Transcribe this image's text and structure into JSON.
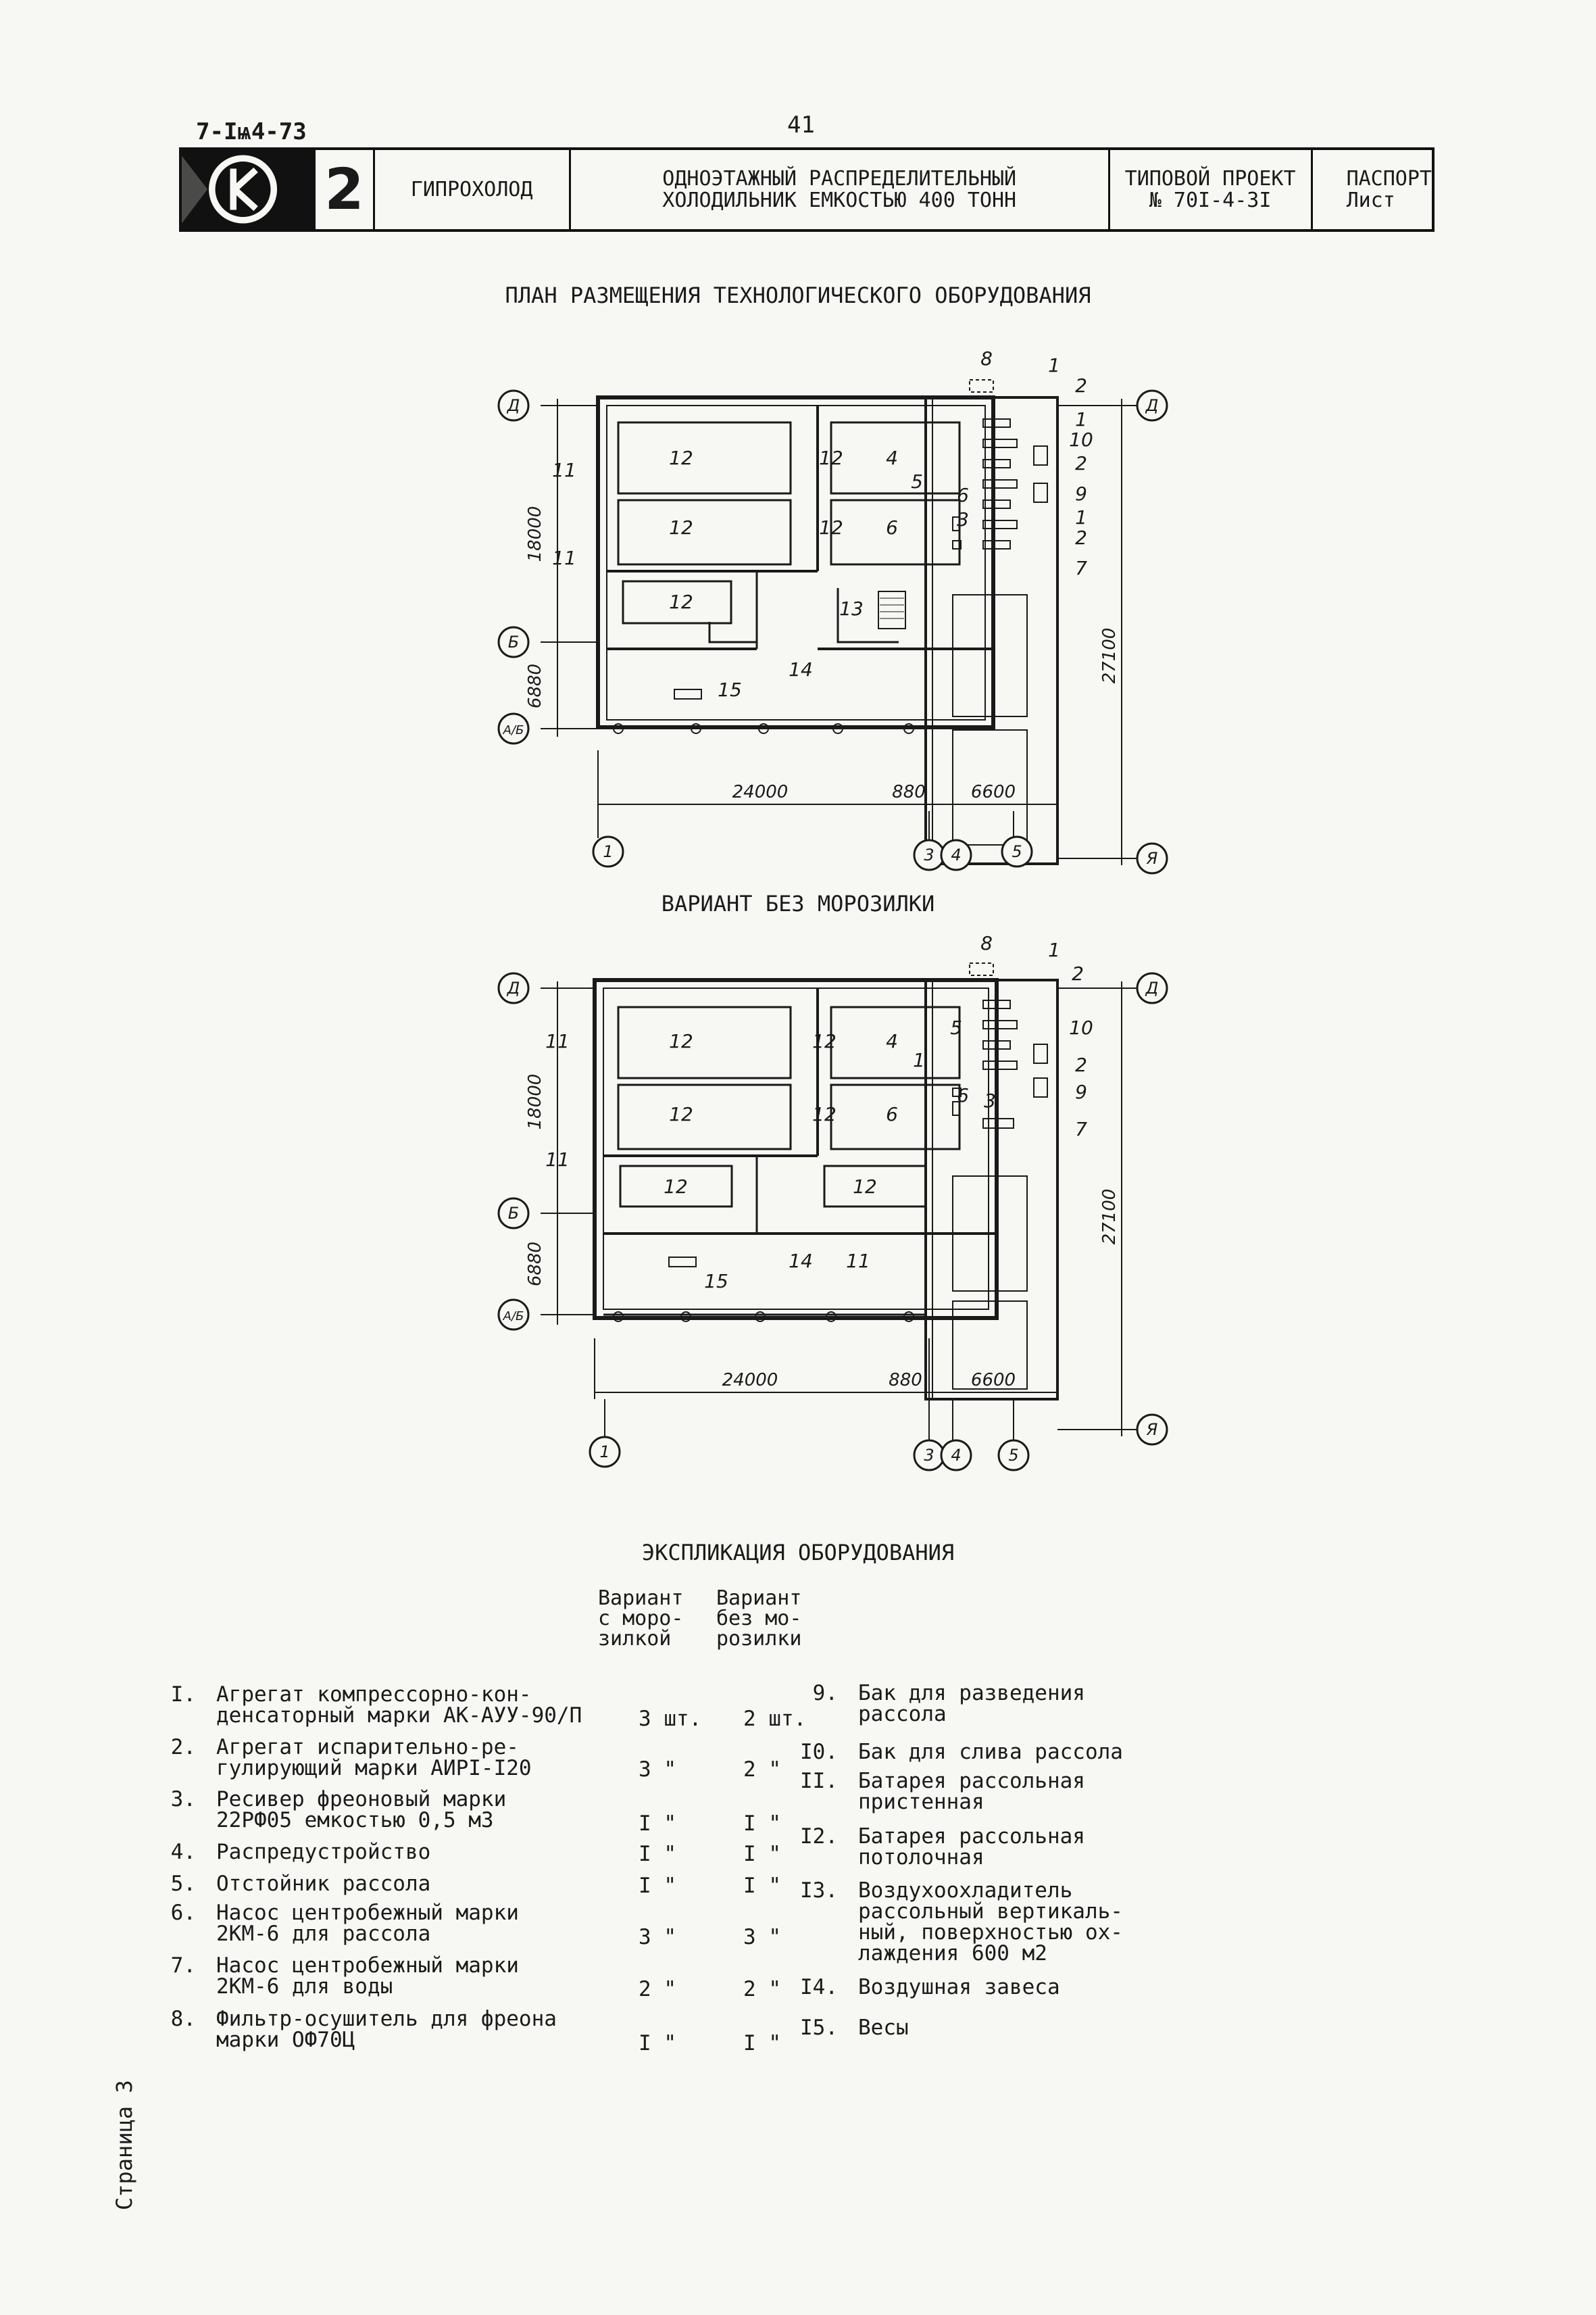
{
  "header": {
    "doc_code": "7-Iѩ4-73",
    "page_number": "41"
  },
  "title_block": {
    "logo_number": "2",
    "organization": "ГИПРОХОЛОД",
    "title_line1": "ОДНОЭТАЖНЫЙ РАСПРЕДЕЛИТЕЛЬНЫЙ",
    "title_line2": "ХОЛОДИЛЬНИК ЕМКОСТЬЮ 400 ТОНН",
    "project_line1": "ТИПОВОЙ ПРОЕКТ",
    "project_line2": "№ 70I-4-3I",
    "sheet_line1": "ПАСПОРТ",
    "sheet_line2": "Лист"
  },
  "plan1": {
    "heading": "ПЛАН РАЗМЕЩЕНИЯ ТЕХНОЛОГИЧЕСКОГО ОБОРУДОВАНИЯ",
    "axis_row": [
      "Д",
      "Б",
      "А/Б",
      "Я"
    ],
    "axis_col": [
      "1",
      "3",
      "4",
      "5"
    ],
    "dims": [
      "18000",
      "6880",
      "27100",
      "24000",
      "880",
      "6600"
    ],
    "labels": [
      "12",
      "12",
      "12",
      "12",
      "12",
      "11",
      "11",
      "4",
      "6",
      "5",
      "6",
      "3",
      "13",
      "14",
      "15",
      "8",
      "1",
      "2",
      "1",
      "10",
      "2",
      "9",
      "1",
      "2",
      "7"
    ]
  },
  "plan2": {
    "heading": "ВАРИАНТ БЕЗ МОРОЗИЛКИ",
    "axis_row": [
      "Д",
      "Б",
      "А/Б",
      "Я"
    ],
    "axis_col": [
      "1",
      "3",
      "4",
      "5"
    ],
    "dims": [
      "18000",
      "6880",
      "27100",
      "24000",
      "880",
      "6600"
    ],
    "labels": [
      "12",
      "12",
      "12",
      "12",
      "12",
      "12",
      "11",
      "11",
      "11",
      "4",
      "5",
      "6",
      "6",
      "3",
      "14",
      "15",
      "8",
      "1",
      "2",
      "1",
      "10",
      "2",
      "9",
      "7"
    ]
  },
  "explication": {
    "heading": "ЭКСПЛИКАЦИЯ ОБОРУДОВАНИЯ",
    "col1_header": "Вариант\nс моро-\nзилкой",
    "col2_header": "Вариант\nбез мо-\nрозилки",
    "left_items": [
      {
        "num": "I.",
        "text": "Агрегат компрессорно-кон-\nденсаторный марки АК-АУУ-90/П",
        "q1": "3 шт.",
        "q2": "2 шт."
      },
      {
        "num": "2.",
        "text": "Агрегат испарительно-ре-\nгулирующий марки АИРІ-I20",
        "q1": "3 \"",
        "q2": "2 \""
      },
      {
        "num": "3.",
        "text": "Ресивер фреоновый марки\n22РФ05 емкостью 0,5 м3",
        "q1": "I \"",
        "q2": "I \""
      },
      {
        "num": "4.",
        "text": "Распредустройство",
        "q1": "I \"",
        "q2": "I \""
      },
      {
        "num": "5.",
        "text": "Отстойник рассола",
        "q1": "I \"",
        "q2": "I \""
      },
      {
        "num": "6.",
        "text": "Насос центробежный марки\n2КМ-6 для рассола",
        "q1": "3 \"",
        "q2": "3 \""
      },
      {
        "num": "7.",
        "text": "Насос центробежный марки\n2КМ-6 для воды",
        "q1": "2 \"",
        "q2": "2 \""
      },
      {
        "num": "8.",
        "text": "Фильтр-осушитель для фреона\nмарки ОФ70Ц",
        "q1": "I \"",
        "q2": "I \""
      }
    ],
    "right_items": [
      {
        "num": "9.",
        "text": "Бак для разведения\nрассола"
      },
      {
        "num": "I0.",
        "text": "Бак для слива рассола"
      },
      {
        "num": "II.",
        "text": "Батарея рассольная\nпристенная"
      },
      {
        "num": "I2.",
        "text": "Батарея рассольная\nпотолочная"
      },
      {
        "num": "I3.",
        "text": "Воздухоохладитель\nрассольный вертикаль-\nный, поверхностью ох-\nлаждения 600 м2"
      },
      {
        "num": "I4.",
        "text": "Воздушная завеса"
      },
      {
        "num": "I5.",
        "text": "Весы"
      }
    ]
  },
  "side_note": "Страница 3"
}
